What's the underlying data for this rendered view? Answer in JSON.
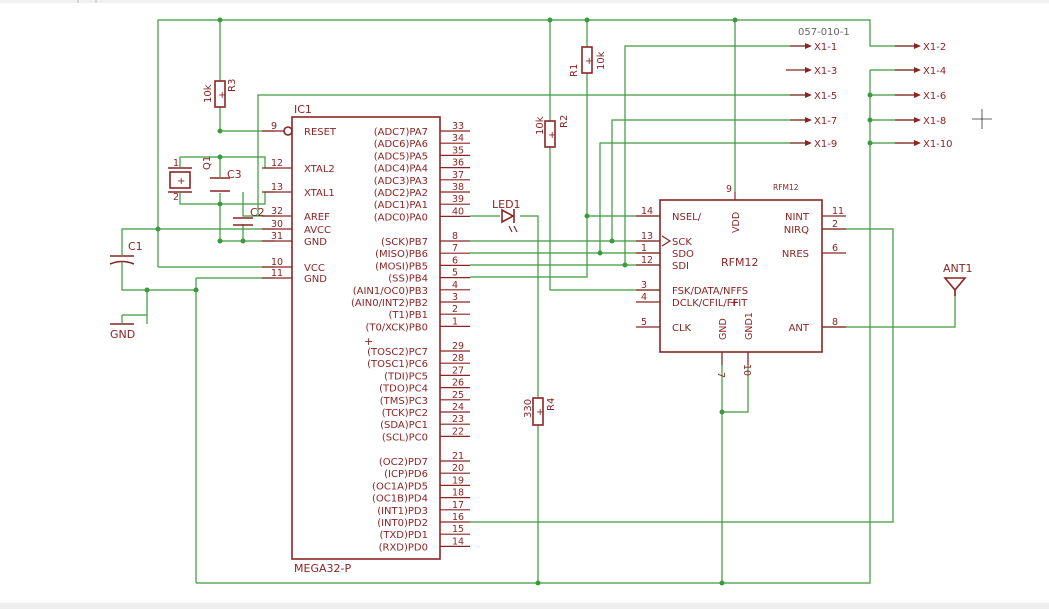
{
  "header": {
    "code": "057-010-1"
  },
  "ic1": {
    "ref": "IC1",
    "value": "MEGA32-P",
    "left_pins": [
      {
        "name": "RESET",
        "num": "9"
      },
      {
        "name": "XTAL2",
        "num": "12"
      },
      {
        "name": "XTAL1",
        "num": "13"
      },
      {
        "name": "AREF",
        "num": "32"
      },
      {
        "name": "AVCC",
        "num": "30"
      },
      {
        "name": "GND",
        "num": "31"
      },
      {
        "name": "VCC",
        "num": "10"
      },
      {
        "name": "GND",
        "num": "11"
      }
    ],
    "right_pins": [
      {
        "name": "(ADC7)PA7",
        "num": "33"
      },
      {
        "name": "(ADC6)PA6",
        "num": "34"
      },
      {
        "name": "(ADC5)PA5",
        "num": "35"
      },
      {
        "name": "(ADC4)PA4",
        "num": "36"
      },
      {
        "name": "(ADC3)PA3",
        "num": "37"
      },
      {
        "name": "(ADC2)PA2",
        "num": "38"
      },
      {
        "name": "(ADC1)PA1",
        "num": "39"
      },
      {
        "name": "(ADC0)PA0",
        "num": "40"
      },
      {
        "name": "(SCK)PB7",
        "num": "8"
      },
      {
        "name": "(MISO)PB6",
        "num": "7"
      },
      {
        "name": "(MOSI)PB5",
        "num": "6"
      },
      {
        "name": "(SS)PB4",
        "num": "5"
      },
      {
        "name": "(AIN1/OC0)PB3",
        "num": "4"
      },
      {
        "name": "(AIN0/INT2)PB2",
        "num": "3"
      },
      {
        "name": "(T1)PB1",
        "num": "2"
      },
      {
        "name": "(T0/XCK)PB0",
        "num": "1"
      },
      {
        "name": "(TOSC2)PC7",
        "num": "29"
      },
      {
        "name": "(TOSC1)PC6",
        "num": "28"
      },
      {
        "name": "(TDI)PC5",
        "num": "27"
      },
      {
        "name": "(TDO)PC4",
        "num": "26"
      },
      {
        "name": "(TMS)PC3",
        "num": "25"
      },
      {
        "name": "(TCK)PC2",
        "num": "24"
      },
      {
        "name": "(SDA)PC1",
        "num": "23"
      },
      {
        "name": "(SCL)PC0",
        "num": "22"
      },
      {
        "name": "(OC2)PD7",
        "num": "21"
      },
      {
        "name": "(ICP)PD6",
        "num": "20"
      },
      {
        "name": "(OC1A)PD5",
        "num": "19"
      },
      {
        "name": "(OC1B)PD4",
        "num": "18"
      },
      {
        "name": "(INT1)PD3",
        "num": "17"
      },
      {
        "name": "(INT0)PD2",
        "num": "16"
      },
      {
        "name": "(TXD)PD1",
        "num": "15"
      },
      {
        "name": "(RXD)PD0",
        "num": "14"
      }
    ]
  },
  "rfm12": {
    "ref": "RFM12",
    "value": "RFM12",
    "left_pins": [
      {
        "name": "NSEL/",
        "num": "14"
      },
      {
        "name": "SCK",
        "num": "13"
      },
      {
        "name": "SDO",
        "num": "1"
      },
      {
        "name": "SDI",
        "num": "12"
      },
      {
        "name": "FSK/DATA/NFFS",
        "num": "3"
      },
      {
        "name": "DCLK/CFIL/FFIT",
        "num": "4"
      },
      {
        "name": "CLK",
        "num": "5"
      }
    ],
    "right_pins": [
      {
        "name": "NINT",
        "num": "11"
      },
      {
        "name": "NIRQ",
        "num": "2"
      },
      {
        "name": "NRES",
        "num": "6"
      },
      {
        "name": "ANT",
        "num": "8"
      }
    ],
    "top_pin": {
      "name": "VDD",
      "num": "9"
    },
    "bottom_pins": [
      {
        "name": "GND",
        "num": "7"
      },
      {
        "name": "GND1",
        "num": "10"
      }
    ]
  },
  "components": {
    "r1": {
      "ref": "R1",
      "value": "10k"
    },
    "r2": {
      "ref": "R2",
      "value": "10k"
    },
    "r3": {
      "ref": "R3",
      "value": "10k"
    },
    "r4": {
      "ref": "R4",
      "value": "330"
    },
    "q1": {
      "ref": "Q1",
      "pin1": "1",
      "pin2": "2"
    },
    "c1": {
      "ref": "C1"
    },
    "c2": {
      "ref": "C2"
    },
    "c3": {
      "ref": "C3"
    },
    "led1": {
      "ref": "LED1"
    },
    "ant1": {
      "ref": "ANT1"
    },
    "gnd": {
      "label": "GND"
    }
  },
  "connector": {
    "left": [
      "X1-1",
      "X1-3",
      "X1-5",
      "X1-7",
      "X1-9"
    ],
    "right": [
      "X1-2",
      "X1-4",
      "X1-6",
      "X1-8",
      "X1-10"
    ]
  }
}
